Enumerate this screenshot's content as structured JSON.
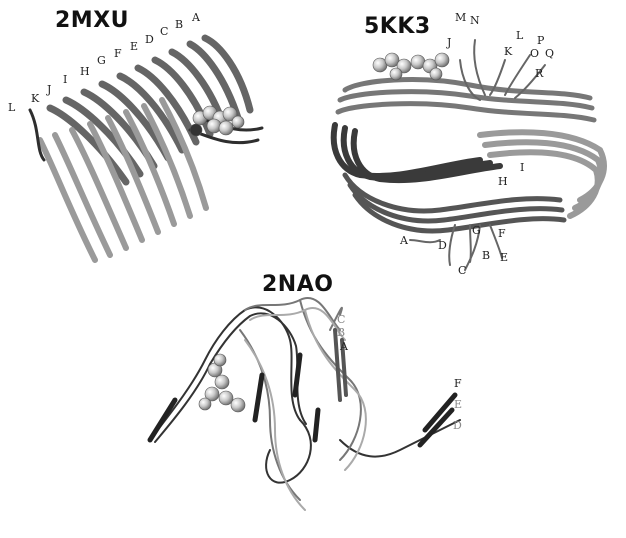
{
  "panels": {
    "mxu": {
      "title": "2MXU",
      "chains": [
        "A",
        "B",
        "C",
        "D",
        "E",
        "F",
        "G",
        "H",
        "I",
        "J",
        "K",
        "L"
      ]
    },
    "kk3": {
      "title": "5KK3",
      "chains_top": [
        "M",
        "N",
        "J",
        "L",
        "K",
        "P",
        "O",
        "Q",
        "R"
      ],
      "chains_bottom": [
        "H",
        "I",
        "G",
        "F",
        "A",
        "D",
        "B",
        "E",
        "C"
      ]
    },
    "nao": {
      "title": "2NAO",
      "chains_left": [
        "C",
        "B",
        "A"
      ],
      "chains_right": [
        "F",
        "E",
        "D"
      ]
    }
  }
}
